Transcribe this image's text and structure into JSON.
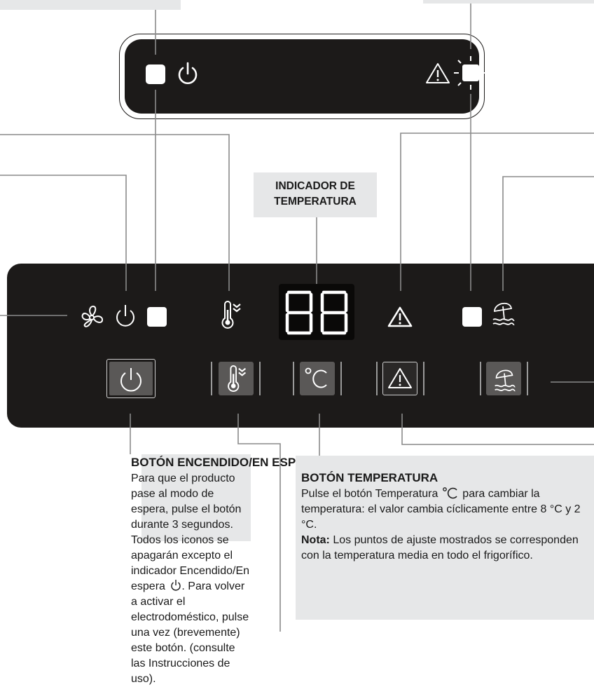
{
  "temp_label": {
    "line1": "INDICADOR DE",
    "line2": "TEMPERATURA"
  },
  "power_box": {
    "heading": "BOTÓN ENCENDIDO/EN ESPERA",
    "text_before_icon": "Para que el producto pase al modo de espera, pulse el botón durante 3 segundos. Todos los iconos se apagarán excepto el indicador Encendido/En espera",
    "text_after_icon": ". Para volver a activar el electrodoméstico, pulse una vez (brevemente) este botón. (consulte las Instrucciones de uso)."
  },
  "temp_box": {
    "heading": "BOTÓN TEMPERATURA",
    "text_before_icon": "Pulse el botón Temperatura",
    "text_after_icon": "para cambiar la temperatura: el valor cambia cíclicamente entre 8 °C y 2 °C.",
    "note_label": "Nota:",
    "note_text": " Los puntos de ajuste mostrados se corresponden con la temperatura media en todo el frigorífico."
  },
  "icons": [
    "power-icon",
    "warning-icon",
    "fan-icon",
    "thermometer-icon",
    "celsius-icon",
    "beach-umbrella-icon"
  ],
  "colors": {
    "panel": "#1c1a19",
    "callout": "#e6e7e8",
    "line": "#8a8a8a"
  }
}
